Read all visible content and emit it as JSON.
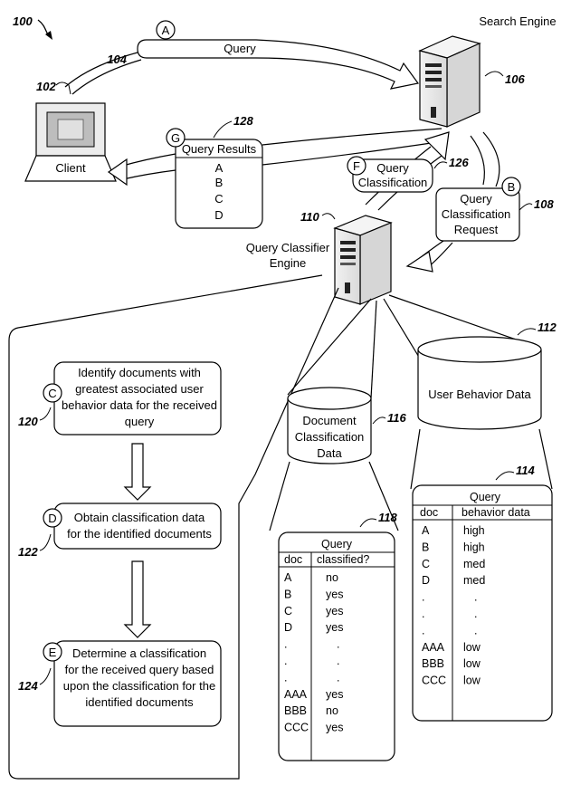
{
  "figure_number": "100",
  "search_engine": {
    "label": "Search Engine",
    "ref": "106"
  },
  "client": {
    "label": "Client",
    "ref": "102"
  },
  "query_arrow": {
    "step": "A",
    "label": "Query",
    "ref": "104"
  },
  "classification_request": {
    "step": "B",
    "lines": [
      "Query",
      "Classification",
      "Request"
    ],
    "ref": "108"
  },
  "query_results": {
    "step": "G",
    "title": "Query Results",
    "items": [
      "A",
      "B",
      "C",
      "D"
    ],
    "ref": "128"
  },
  "query_classification": {
    "step": "F",
    "lines": [
      "Query",
      "Classification"
    ],
    "ref": "126"
  },
  "classifier": {
    "lines": [
      "Query Classifier",
      "Engine"
    ],
    "ref": "110"
  },
  "user_behavior_db": {
    "label": "User Behavior Data",
    "ref": "112"
  },
  "doc_class_db": {
    "lines": [
      "Document",
      "Classification",
      "Data"
    ],
    "ref": "116"
  },
  "steps": [
    {
      "step": "C",
      "ref": "120",
      "lines": [
        "Identify documents with",
        "greatest associated user",
        "behavior data for the received",
        "query"
      ]
    },
    {
      "step": "D",
      "ref": "122",
      "lines": [
        "Obtain classification data",
        "for the identified documents"
      ]
    },
    {
      "step": "E",
      "ref": "124",
      "lines": [
        "Determine a classification",
        "for the received query based",
        "upon the classification for the",
        "identified documents"
      ]
    }
  ],
  "behavior_table": {
    "ref": "114",
    "title": "Query",
    "headers": [
      "doc",
      "behavior data"
    ],
    "rows": [
      [
        "A",
        "high"
      ],
      [
        "B",
        "high"
      ],
      [
        "C",
        "med"
      ],
      [
        "D",
        "med"
      ],
      [
        ".",
        "."
      ],
      [
        ".",
        "."
      ],
      [
        ".",
        "."
      ],
      [
        "AAA",
        "low"
      ],
      [
        "BBB",
        "low"
      ],
      [
        "CCC",
        "low"
      ]
    ]
  },
  "classified_table": {
    "ref": "118",
    "title": "Query",
    "headers": [
      "doc",
      "classified?"
    ],
    "rows": [
      [
        "A",
        "no"
      ],
      [
        "B",
        "yes"
      ],
      [
        "C",
        "yes"
      ],
      [
        "D",
        "yes"
      ],
      [
        ".",
        "."
      ],
      [
        ".",
        "."
      ],
      [
        ".",
        "."
      ],
      [
        "AAA",
        "yes"
      ],
      [
        "BBB",
        "no"
      ],
      [
        "CCC",
        "yes"
      ]
    ]
  }
}
